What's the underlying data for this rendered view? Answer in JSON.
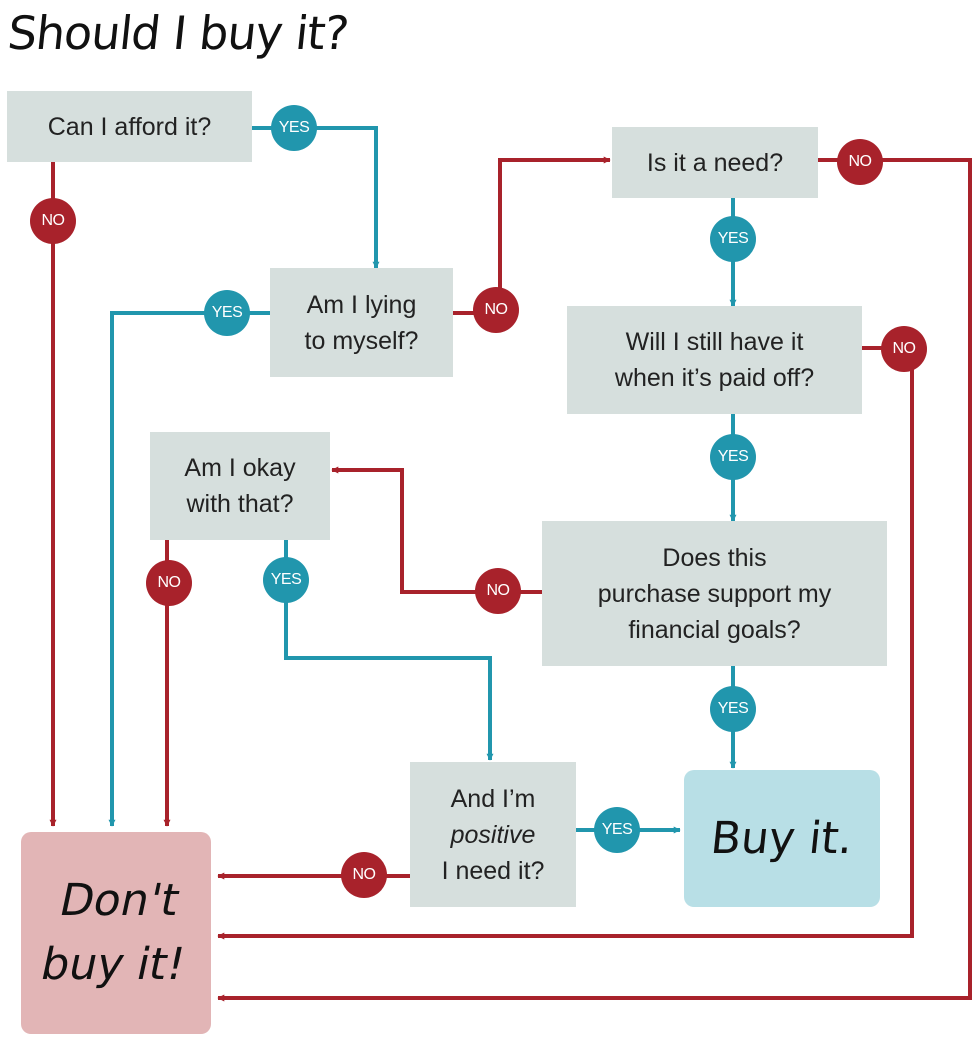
{
  "title": "Should I buy it?",
  "colors": {
    "yes": "#2196ad",
    "no": "#a8222b",
    "box": "#d6dfdd",
    "dont": "#e2b5b6",
    "buy": "#b8dfe6"
  },
  "nodes": {
    "afford": {
      "lines": [
        "Can I afford it?"
      ]
    },
    "lying": {
      "lines": [
        "Am I lying",
        "to myself?"
      ]
    },
    "need": {
      "lines": [
        "Is it a need?"
      ]
    },
    "still": {
      "lines": [
        "Will I still have it",
        "when it’s paid off?"
      ]
    },
    "okay": {
      "lines": [
        "Am I okay",
        "with that?"
      ]
    },
    "support": {
      "lines": [
        "Does this",
        "purchase support my",
        "financial goals?"
      ]
    },
    "positive": {
      "lines": [
        "And I’m",
        "positive",
        "I need it?"
      ]
    }
  },
  "terminals": {
    "dont": [
      "Don't",
      "buy it!"
    ],
    "buy": "Buy it."
  },
  "labels": {
    "yes": "YES",
    "no": "NO"
  }
}
